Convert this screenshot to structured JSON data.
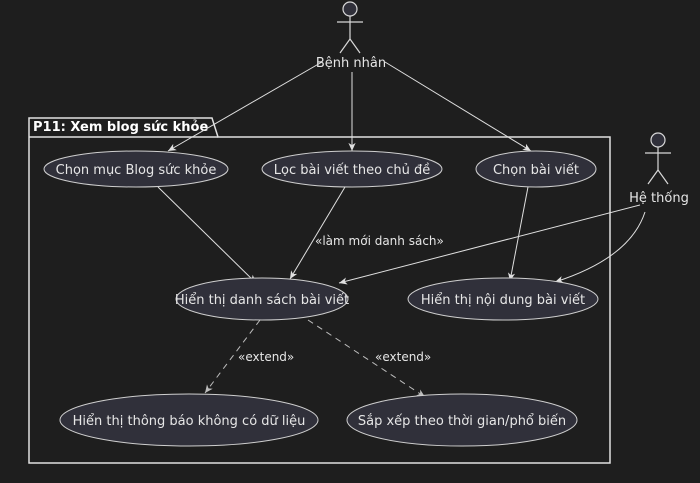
{
  "package": {
    "title": "P11: Xem blog sức khỏe"
  },
  "actors": {
    "patient": "Bệnh nhân",
    "system": "Hệ thống"
  },
  "use_cases": {
    "choose_blog": "Chọn mục Blog sức khỏe",
    "filter_topic": "Lọc bài viết theo chủ đề",
    "choose_post": "Chọn bài viết",
    "show_list": "Hiển thị danh sách bài viết",
    "show_content": "Hiển thị nội dung bài viết",
    "show_no_data": "Hiển thị thông báo không có dữ liệu",
    "sort": "Sắp xếp theo thời gian/phổ biến"
  },
  "relations": {
    "refresh_label": "«làm mới danh sách»",
    "extend_left": "«extend»",
    "extend_right": "«extend»"
  }
}
